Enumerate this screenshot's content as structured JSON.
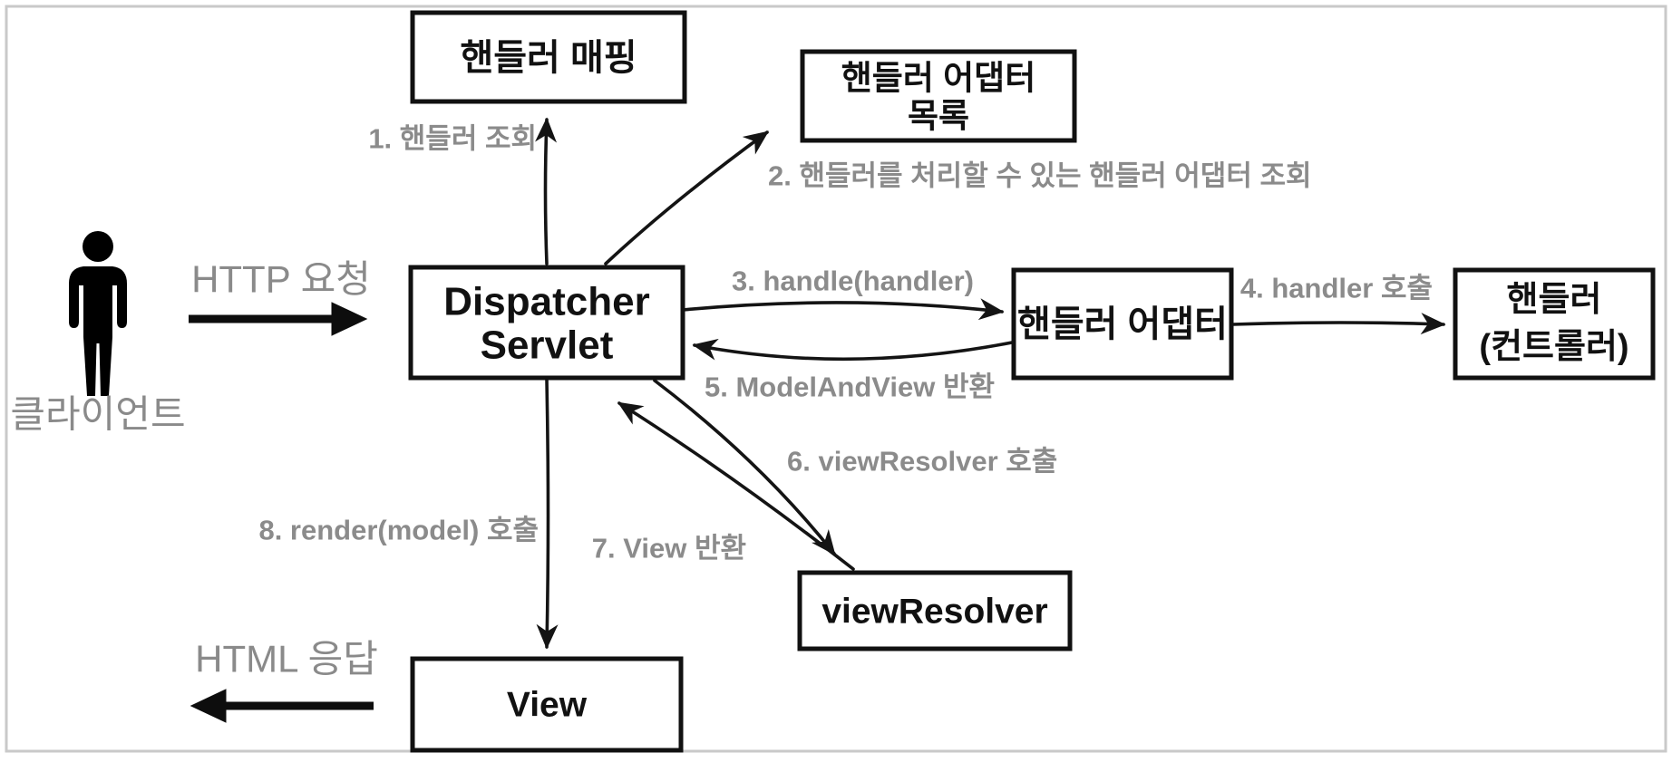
{
  "diagram": {
    "colors": {
      "background": "#ffffff",
      "stroke_black": "#111111",
      "label_gray": "#8b8b8b",
      "frame_gray": "#c9c9c9"
    },
    "actor": {
      "label": "클라이언트",
      "icon": "person-icon"
    },
    "flows": {
      "http_request": "HTTP 요청",
      "html_response": "HTML 응답"
    },
    "nodes": {
      "handler_mapping": "핸들러 매핑",
      "adapter_list_line1": "핸들러 어댑터",
      "adapter_list_line2": "목록",
      "dispatcher_line1": "Dispatcher",
      "dispatcher_line2": "Servlet",
      "handler_adapter": "핸들러 어댑터",
      "handler_controller_line1": "핸들러",
      "handler_controller_line2": "(컨트롤러)",
      "view_resolver": "viewResolver",
      "view": "View"
    },
    "steps": {
      "s1": "1. 핸들러 조회",
      "s2": "2. 핸들러를 처리할 수 있는 핸들러 어댑터 조회",
      "s3": "3. handle(handler)",
      "s4": "4. handler 호출",
      "s5": "5. ModelAndView 반환",
      "s6": "6. viewResolver 호출",
      "s7": "7. View 반환",
      "s8": "8. render(model) 호출"
    }
  }
}
